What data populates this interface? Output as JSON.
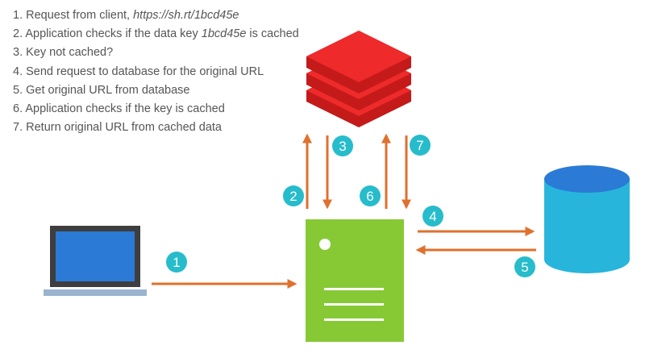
{
  "steps": [
    {
      "n": "1.",
      "text": "Request from client, ",
      "em": "https://sh.rt/1bcd45e",
      "tail": ""
    },
    {
      "n": "2.",
      "text": "Application checks if the data key ",
      "em": "1bcd45e",
      "tail": " is cached"
    },
    {
      "n": "3.",
      "text": "Key not cached?",
      "em": "",
      "tail": ""
    },
    {
      "n": "4.",
      "text": "Send request to database for the original URL",
      "em": "",
      "tail": ""
    },
    {
      "n": "5.",
      "text": "Get original URL from database",
      "em": "",
      "tail": ""
    },
    {
      "n": "6.",
      "text": "Application checks if the key is cached",
      "em": "",
      "tail": ""
    },
    {
      "n": "7.",
      "text": "Return original URL from cached data",
      "em": "",
      "tail": ""
    }
  ],
  "badges": [
    "1",
    "2",
    "3",
    "4",
    "5",
    "6",
    "7"
  ],
  "icons": {
    "client": "laptop-icon",
    "server": "server-icon",
    "cache": "redis-cache-icon",
    "database": "database-icon"
  },
  "colors": {
    "arrow": "#e0702e",
    "badge": "#27bccb",
    "laptop_frame": "#3e3e3e",
    "laptop_screen": "#2b7ad6",
    "laptop_base": "#9ab4cf",
    "server": "#86c935",
    "cache_top": "#ee2a2a",
    "cache_side": "#c41a1a",
    "db_body": "#27b5dc",
    "db_top": "#2b7ad6"
  }
}
